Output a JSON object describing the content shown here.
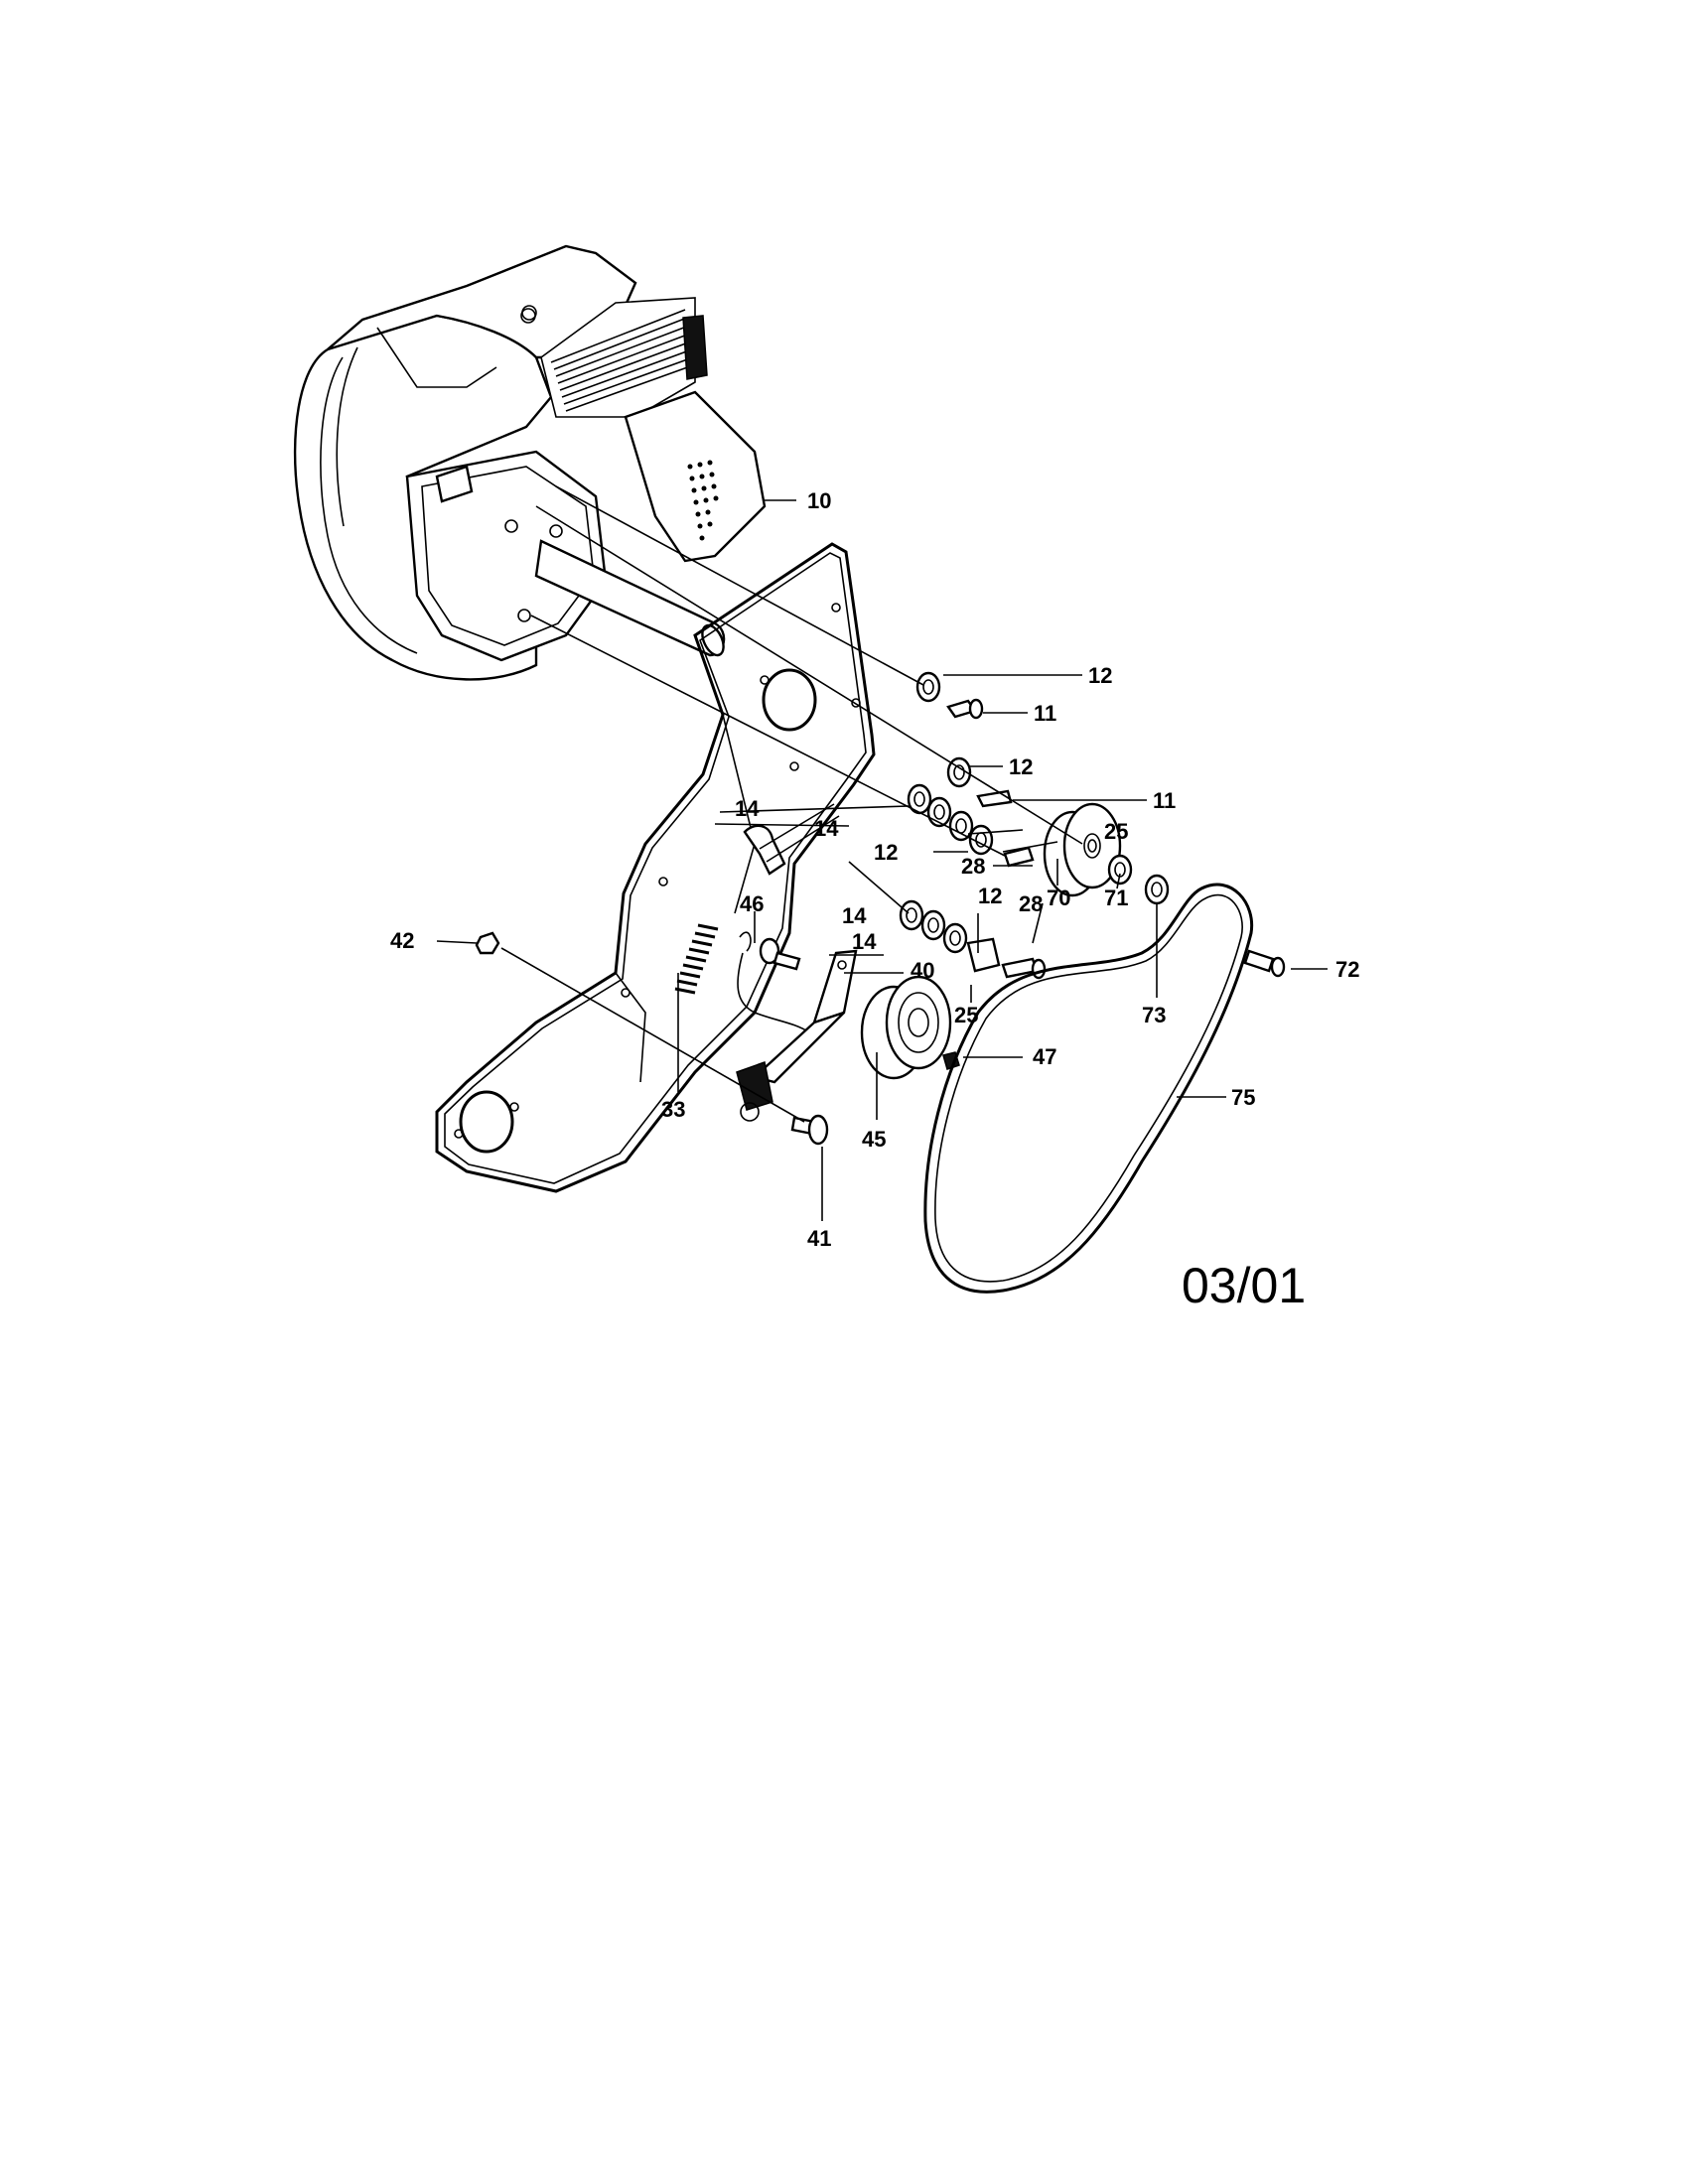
{
  "diagram": {
    "revision": "03/01",
    "callouts": [
      {
        "id": "c10",
        "text": "10"
      },
      {
        "id": "c12a",
        "text": "12"
      },
      {
        "id": "c11a",
        "text": "11"
      },
      {
        "id": "c12b",
        "text": "12"
      },
      {
        "id": "c11b",
        "text": "11"
      },
      {
        "id": "c14a",
        "text": "14"
      },
      {
        "id": "c14b",
        "text": "14"
      },
      {
        "id": "c25a",
        "text": "25"
      },
      {
        "id": "c12c",
        "text": "12"
      },
      {
        "id": "c28a",
        "text": "28"
      },
      {
        "id": "c46",
        "text": "46"
      },
      {
        "id": "c14c",
        "text": "14"
      },
      {
        "id": "c12d",
        "text": "12"
      },
      {
        "id": "c28b",
        "text": "28"
      },
      {
        "id": "c70",
        "text": "70"
      },
      {
        "id": "c71",
        "text": "71"
      },
      {
        "id": "c42",
        "text": "42"
      },
      {
        "id": "c14d",
        "text": "14"
      },
      {
        "id": "c40",
        "text": "40"
      },
      {
        "id": "c72",
        "text": "72"
      },
      {
        "id": "c73",
        "text": "73"
      },
      {
        "id": "c25b",
        "text": "25"
      },
      {
        "id": "c47",
        "text": "47"
      },
      {
        "id": "c33",
        "text": "33"
      },
      {
        "id": "c45",
        "text": "45"
      },
      {
        "id": "c75",
        "text": "75"
      },
      {
        "id": "c41",
        "text": "41"
      }
    ]
  }
}
